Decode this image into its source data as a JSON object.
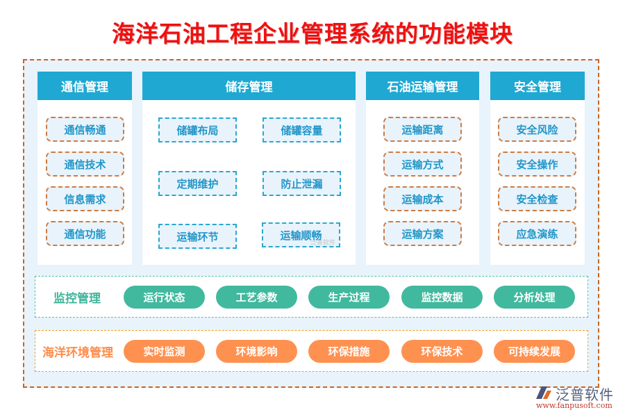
{
  "title": "海洋石油工程企业管理系统的功能模块",
  "colors": {
    "title": "#f01010",
    "panel_header": "#1fa8d2",
    "item_text": "#2196c8",
    "item_bg": "#e8f3fc",
    "orange_border": "#cf7a3e",
    "blue_border": "#2aa7d0",
    "monitor_accent": "#41b99e",
    "env_accent": "#ff9150",
    "outer_border": "#c8641e"
  },
  "panels": [
    {
      "title": "通信管理",
      "items": [
        "通信畅通",
        "通信技术",
        "信息需求",
        "通信功能"
      ]
    },
    {
      "title": "储存管理",
      "items": [
        "储罐布局",
        "储罐容量",
        "定期维护",
        "防止泄漏",
        "运输环节",
        "运输顺畅"
      ]
    },
    {
      "title": "石油运输管理",
      "items": [
        "运输距离",
        "运输方式",
        "运输成本",
        "运输方案"
      ]
    },
    {
      "title": "安全管理",
      "items": [
        "安全风险",
        "安全操作",
        "安全检查",
        "应急演练"
      ]
    }
  ],
  "monitor": {
    "label": "监控管理",
    "items": [
      "运行状态",
      "工艺参数",
      "生产过程",
      "监控数据",
      "分析处理"
    ]
  },
  "environment": {
    "label": "海洋环境管理",
    "items": [
      "实时监测",
      "环境影响",
      "环保措施",
      "环保技术",
      "可持续发展"
    ]
  },
  "watermark": "泛普软件",
  "logo": {
    "name": "泛普软件",
    "url": "www.fanpusoft.com",
    "icon": "fanpu-logo-icon"
  }
}
